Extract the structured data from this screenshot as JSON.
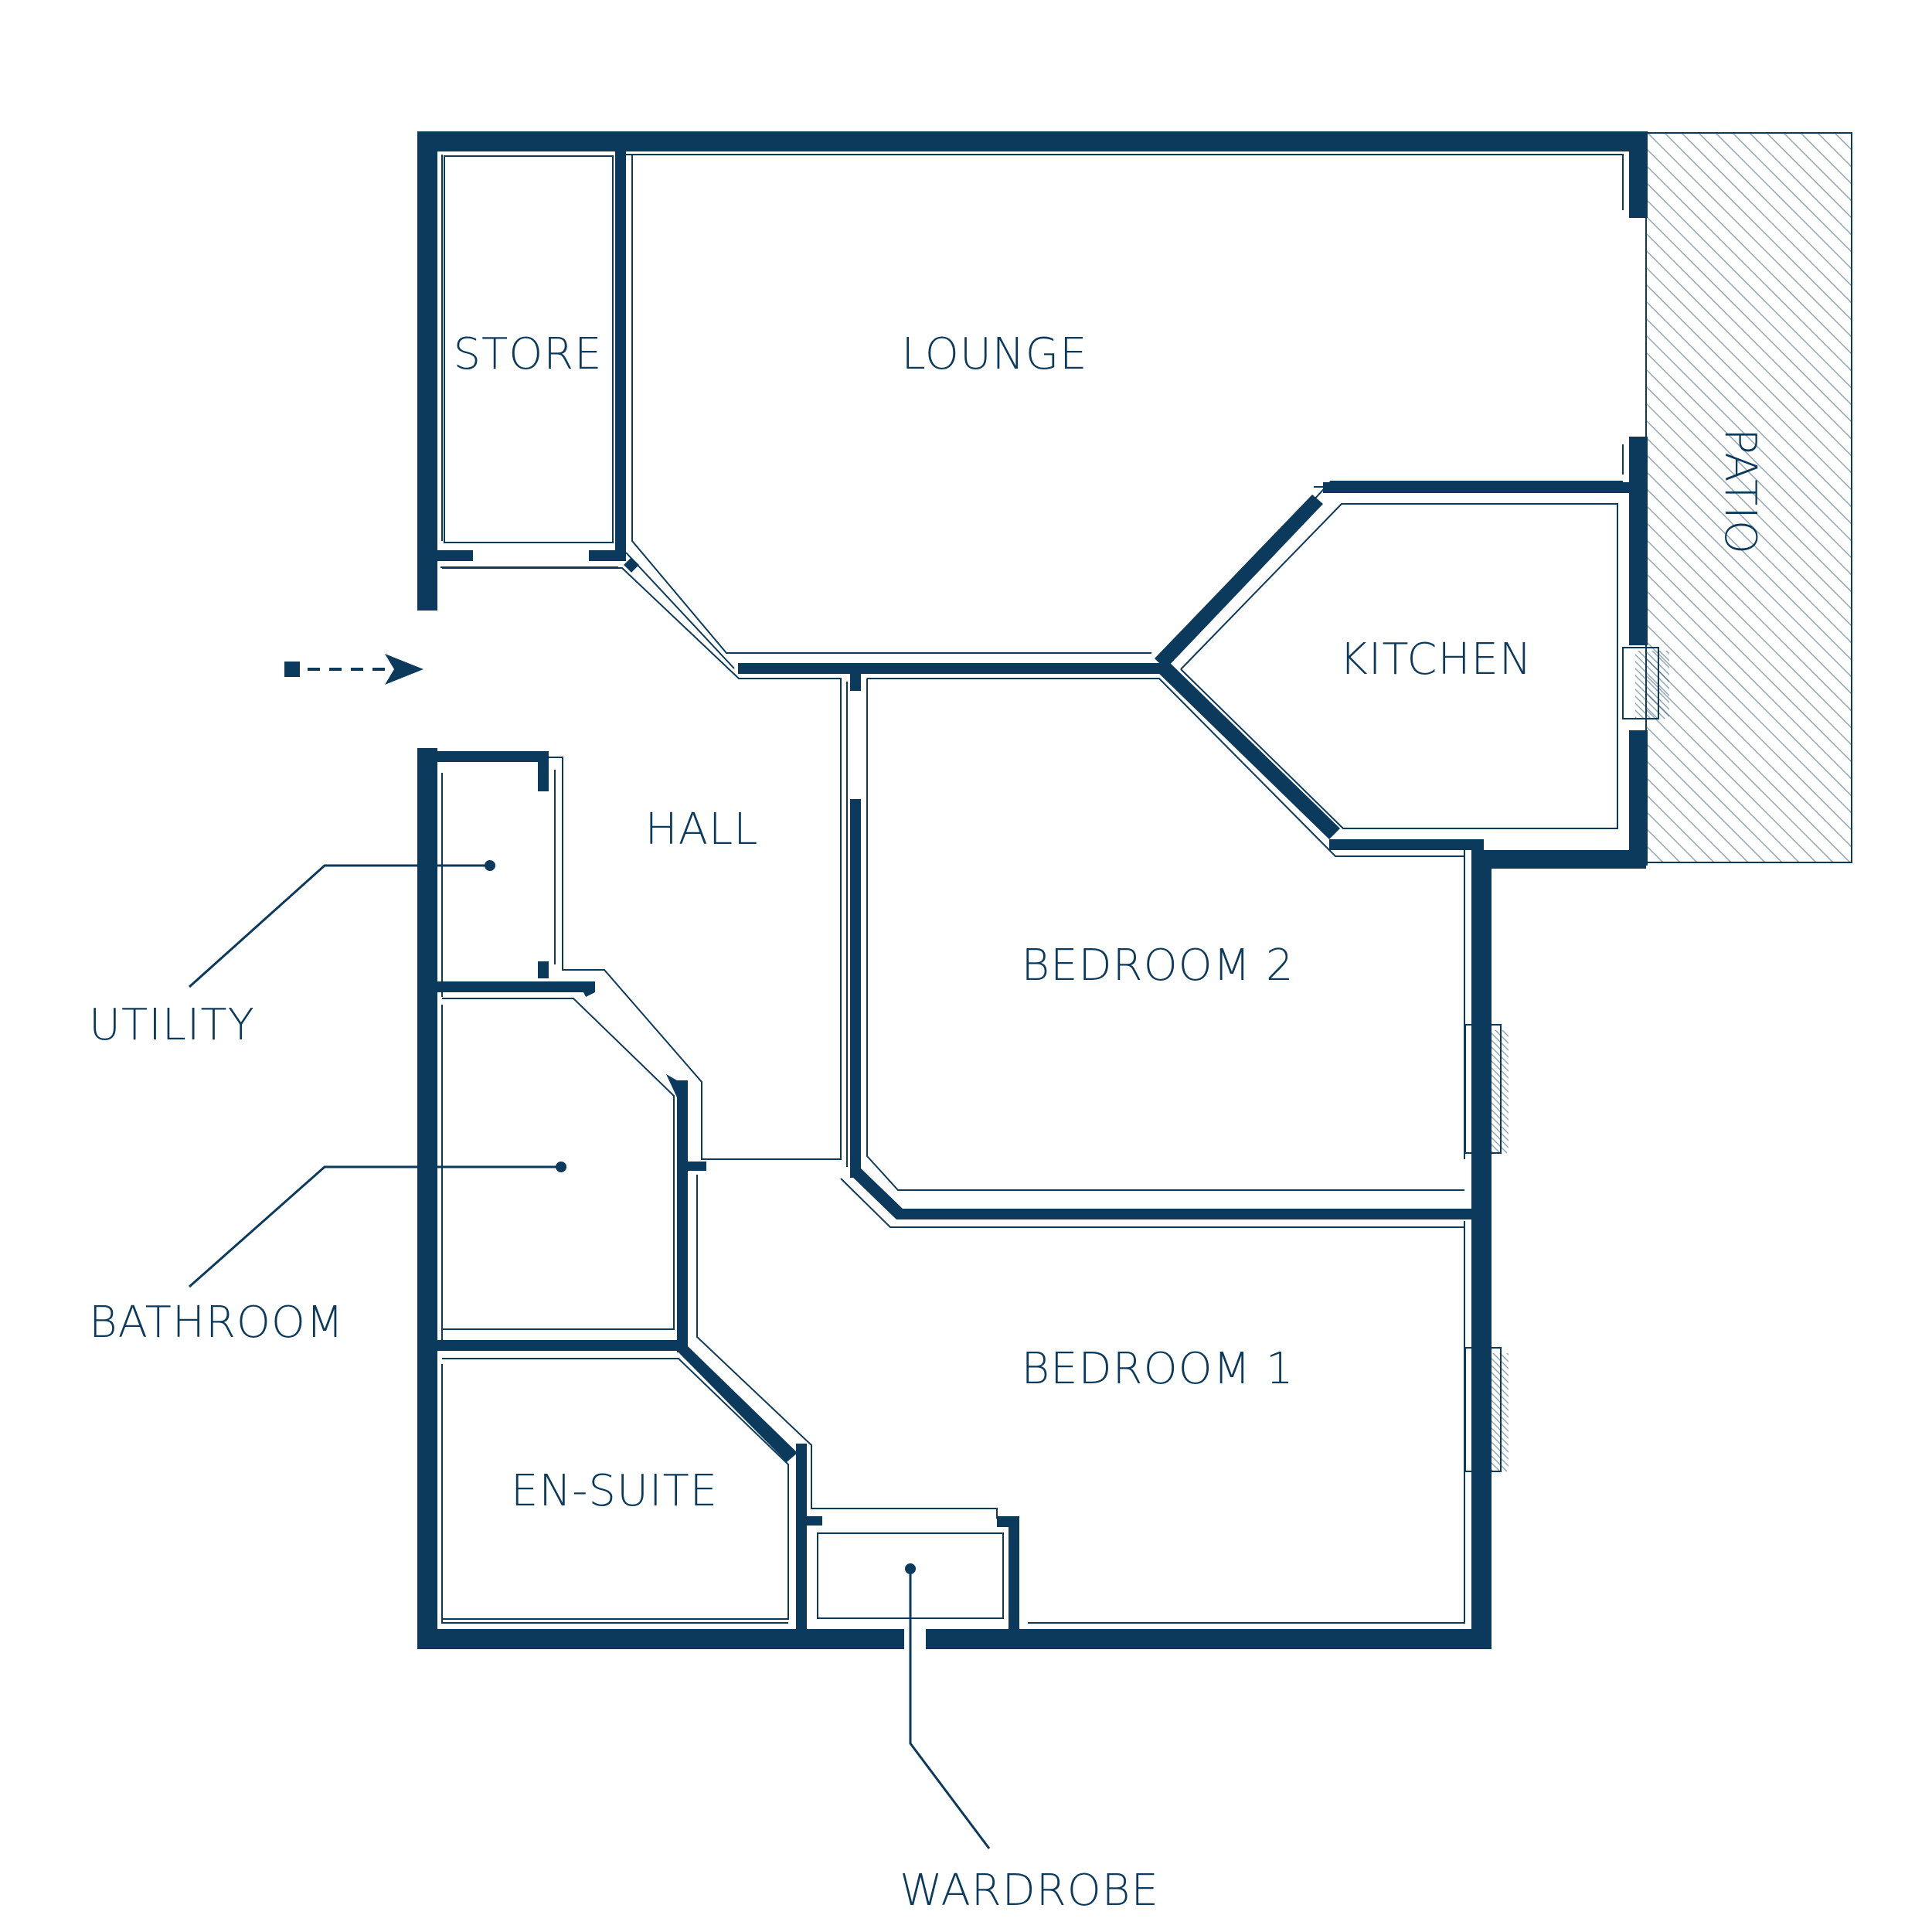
{
  "plan": {
    "rooms": {
      "store": "STORE",
      "lounge": "LOUNGE",
      "patio": "PATIO",
      "kitchen": "KITCHEN",
      "hall": "HALL",
      "bedroom2": "BEDROOM 2",
      "bedroom1": "BEDROOM 1",
      "ensuite": "EN-SUITE"
    },
    "callouts": {
      "utility": "UTILITY",
      "bathroom": "BATHROOM",
      "wardrobe": "WARDROBE"
    }
  },
  "colors": {
    "wall": "#0b3a5c",
    "background": "#ffffff"
  },
  "icons": [
    "entrance-arrow-icon",
    "window-icon"
  ]
}
